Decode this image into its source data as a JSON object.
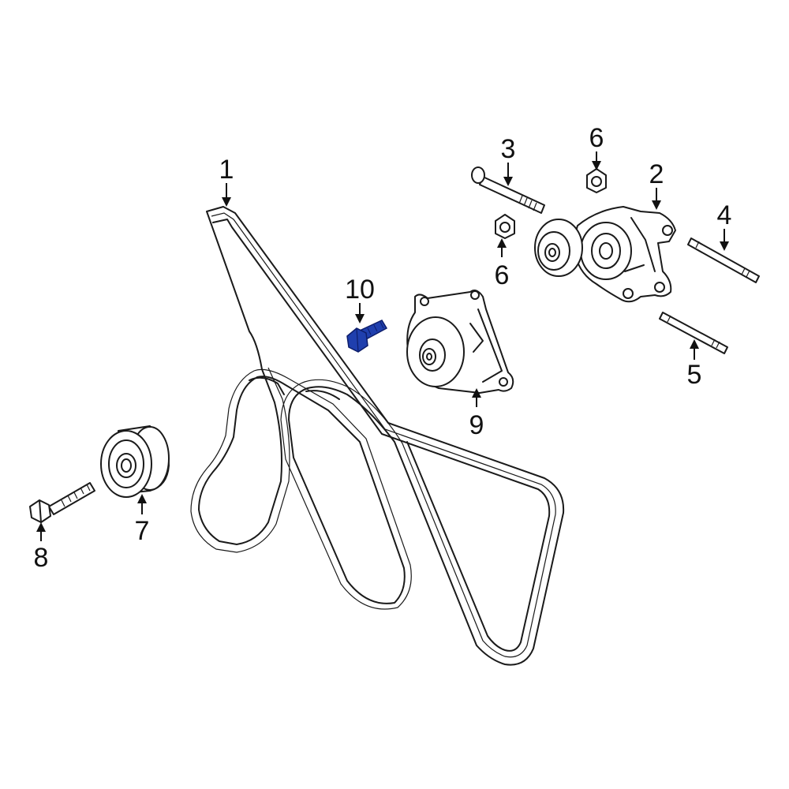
{
  "diagram": {
    "highlight_color": "#1f3fae",
    "highlighted_part": "10",
    "callouts": {
      "belt": "1",
      "tensioner": "2",
      "tensioner_bolt": "3",
      "stud_upper": "4",
      "stud_lower": "5",
      "nut_top": "6",
      "nut_mid": "6",
      "idler_pulley": "7",
      "idler_bolt": "8",
      "water_pump": "9",
      "pump_bolt": "10"
    }
  }
}
